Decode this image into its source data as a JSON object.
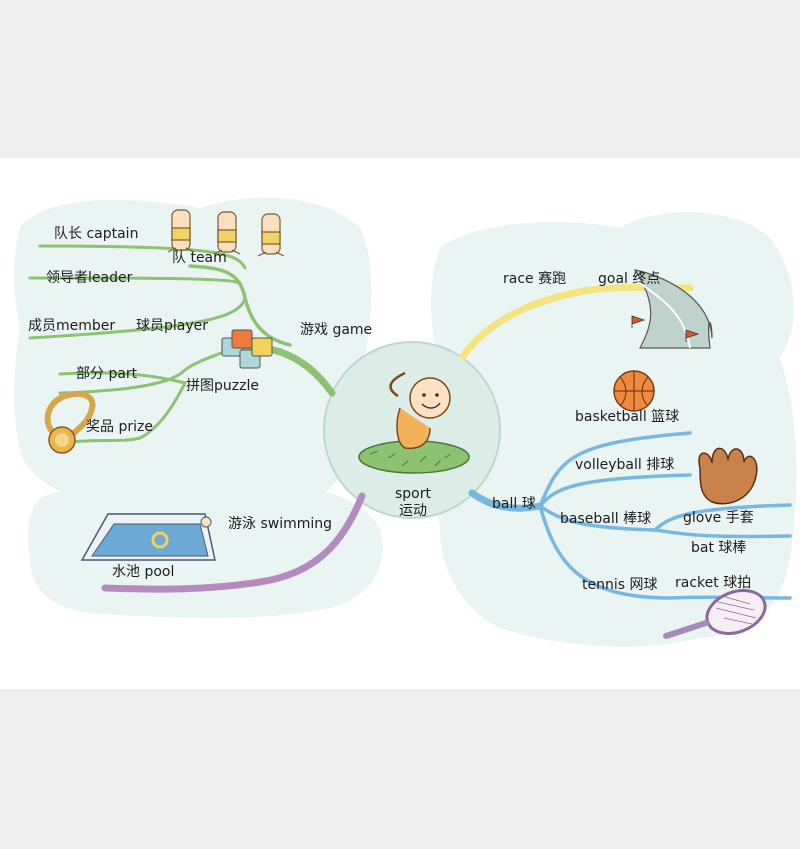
{
  "center": {
    "en": "sport",
    "zh": "运动"
  },
  "branches": {
    "game": {
      "label": "游戏 game",
      "team": {
        "label": "队 team",
        "items": [
          "队长 captain",
          "领导者leader",
          "成员member",
          "球员player"
        ]
      },
      "puzzle": {
        "label": "拼图puzzle",
        "items": [
          "部分 part",
          "奖品 prize"
        ]
      }
    },
    "race": {
      "label": "race 赛跑",
      "goal": "goal 终点"
    },
    "ball": {
      "label": "ball 球",
      "basketball": "basketball 篮球",
      "volleyball": "volleyball 排球",
      "baseball": "baseball 棒球",
      "glove": "glove 手套",
      "bat": "bat 球棒",
      "tennis": "tennis 网球",
      "racket": "racket 球拍"
    },
    "swimming": {
      "label": "游泳 swimming",
      "pool": "水池 pool"
    }
  },
  "colors": {
    "game": "#8cc272",
    "race": "#f4e37e",
    "ball": "#77b8e3",
    "swimming": "#b48ac0",
    "center_bg": "#dcece6",
    "cloud": "#eaf5f3"
  },
  "icons": [
    "kid-icon",
    "team-figures-icon",
    "puzzle-icon",
    "medal-icon",
    "finish-line-icon",
    "basketball-icon",
    "baseball-glove-icon",
    "tennis-racket-icon",
    "swimming-pool-icon"
  ]
}
